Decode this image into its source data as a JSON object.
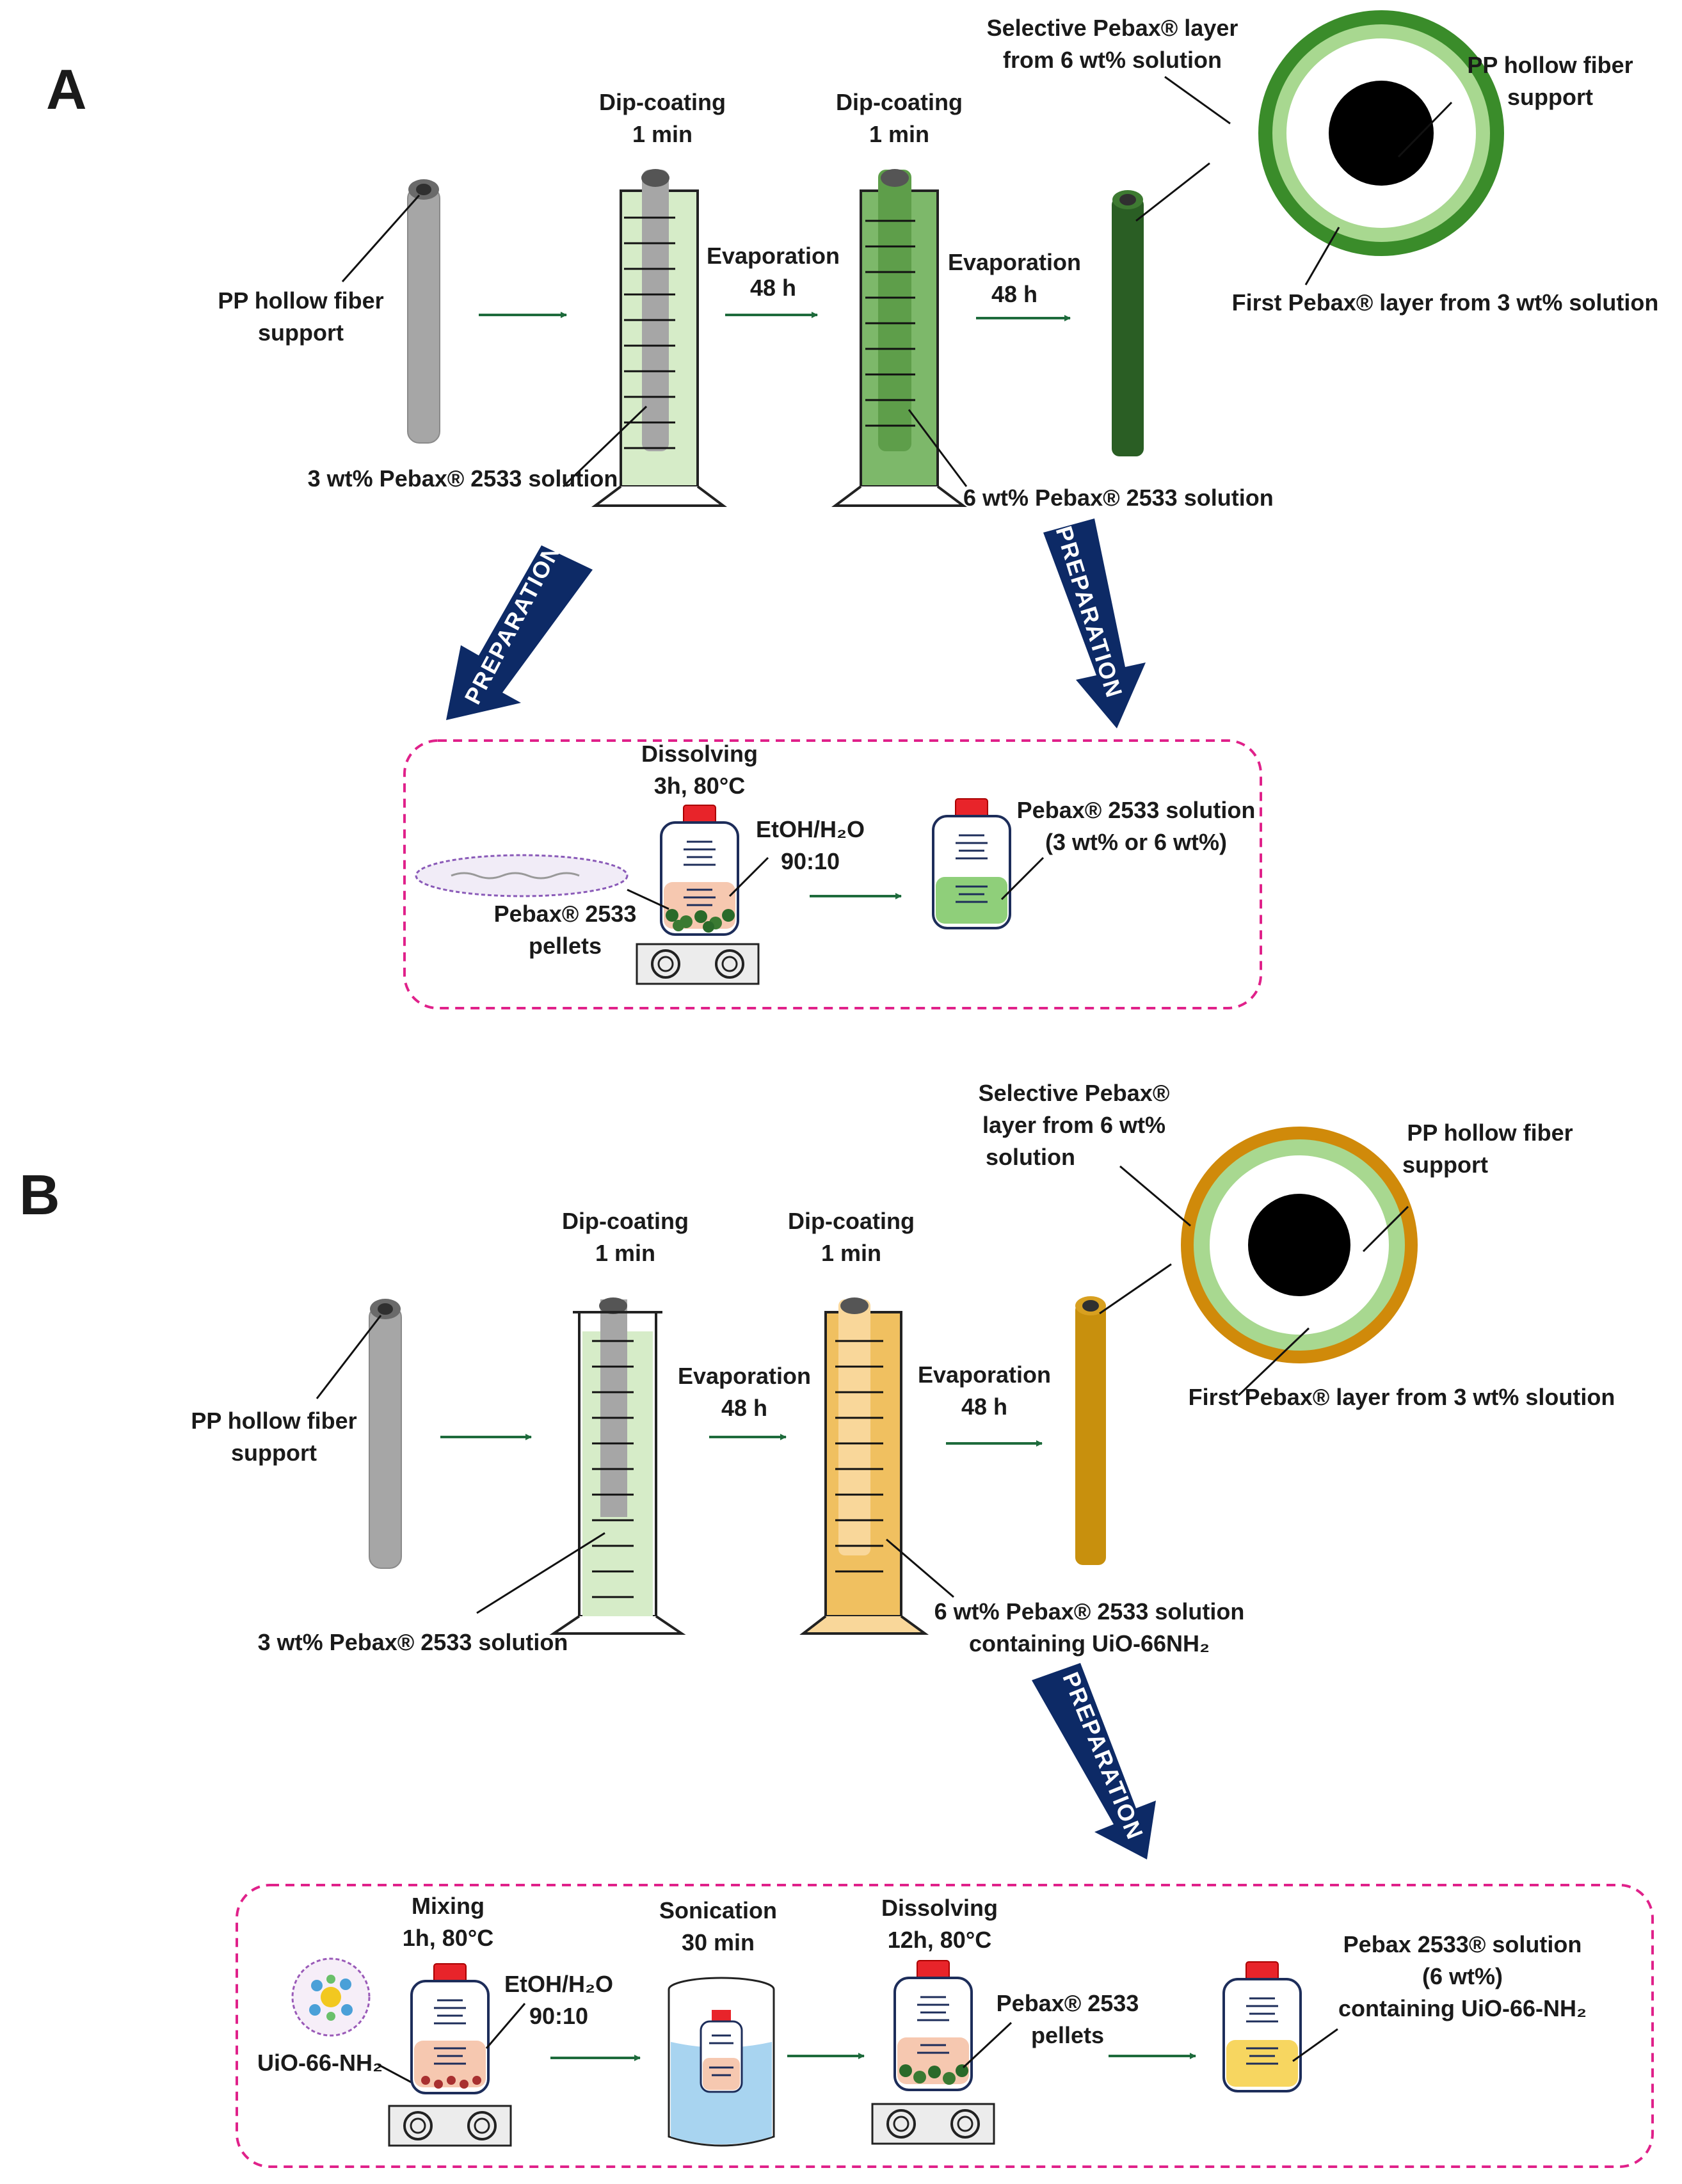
{
  "panel_a": {
    "letter": "A",
    "support_label": [
      "PP hollow fiber",
      "support"
    ],
    "step1": [
      "Dip-coating",
      "1 min"
    ],
    "step2": [
      "Dip-coating",
      "1 min"
    ],
    "evap1": [
      "Evaporation",
      "48 h"
    ],
    "evap2": [
      "Evaporation",
      "48 h"
    ],
    "solution1": "3 wt% Pebax® 2533 solution",
    "solution2": "6 wt% Pebax® 2533 solution",
    "cross_selective": [
      "Selective Pebax® layer",
      "from 6 wt% solution"
    ],
    "cross_support": [
      "PP hollow fiber",
      "support"
    ],
    "cross_first": "First Pebax® layer from 3 wt% solution",
    "prep_label": "PREPARATION",
    "prep": {
      "dissolving": [
        "Dissolving",
        "3h, 80°C"
      ],
      "solvent": [
        "EtOH/H₂O",
        "90:10"
      ],
      "pellets": [
        "Pebax® 2533",
        "pellets"
      ],
      "result": [
        "Pebax® 2533 solution",
        "(3 wt% or 6 wt%)"
      ]
    }
  },
  "panel_b": {
    "letter": "B",
    "support_label": [
      "PP hollow fiber",
      "support"
    ],
    "step1": [
      "Dip-coating",
      "1 min"
    ],
    "step2": [
      "Dip-coating",
      "1 min"
    ],
    "evap1": [
      "Evaporation",
      "48 h"
    ],
    "evap2": [
      "Evaporation",
      "48 h"
    ],
    "solution1": "3 wt% Pebax® 2533 solution",
    "solution2": [
      "6 wt% Pebax® 2533 solution",
      "containing UiO-66NH₂"
    ],
    "cross_selective": [
      "Selective Pebax®",
      "layer from 6 wt%",
      "solution"
    ],
    "cross_support": [
      "PP hollow fiber",
      "support"
    ],
    "cross_first": "First Pebax® layer from 3 wt% sloution",
    "prep_label": "PREPARATION",
    "prep": {
      "mixing": [
        "Mixing",
        "1h, 80°C"
      ],
      "solvent": [
        "EtOH/H₂O",
        "90:10"
      ],
      "mof": "UiO-66-NH₂",
      "sonication": [
        "Sonication",
        "30 min"
      ],
      "dissolving": [
        "Dissolving",
        "12h, 80°C"
      ],
      "pellets": [
        "Pebax® 2533",
        "pellets"
      ],
      "result": [
        "Pebax 2533® solution",
        "(6 wt%)",
        "containing UiO-66-NH₂"
      ]
    }
  },
  "colors": {
    "arrow": "#1e6b3c",
    "prep_arrow": "#0d2a66",
    "box_border": "#e0218a",
    "grey_fiber": "#a6a6a6",
    "green_fiber": "#2a5e24",
    "orange_fiber": "#c8900d",
    "light_green": "#d6ecc8",
    "mid_green": "#7db86a",
    "orange_liquid": "#f0c060",
    "light_orange": "#f9d79a",
    "salmon": "#f6c8b0",
    "outer_ring_a": "#3a8c2a",
    "outer_ring_b": "#d08a0a",
    "inner_ring": "#a8d890"
  }
}
